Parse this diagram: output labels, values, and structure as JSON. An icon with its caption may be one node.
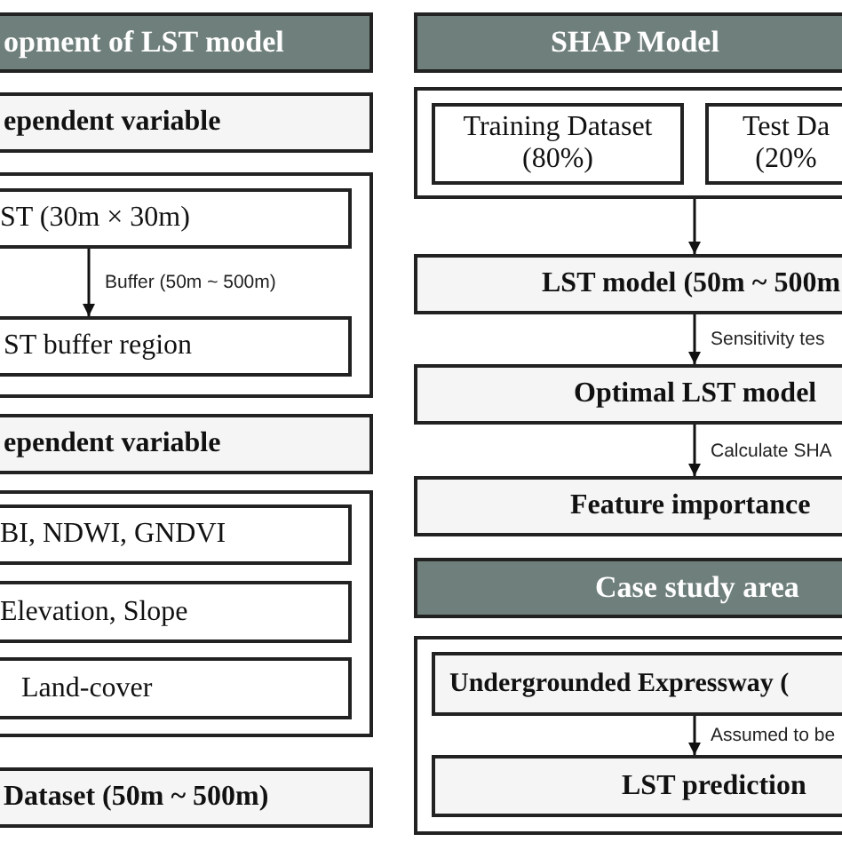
{
  "diagram": {
    "nodes": [
      {
        "text": [
          "opment of LST model"
        ]
      },
      {
        "text": [
          "ependent variable"
        ]
      },
      {
        "text": [],
        "shape": "box"
      },
      {
        "text": [
          "ST (30m × 30m)"
        ],
        "in": 2
      },
      {
        "text": [
          "ST buffer region"
        ],
        "in": 2
      },
      {
        "text": [
          "ependent variable"
        ]
      },
      {
        "text": [],
        "shape": "box"
      },
      {
        "text": [
          "BI, NDWI, GNDVI"
        ],
        "in": 6
      },
      {
        "text": [
          "Elevation, Slope"
        ],
        "in": 6
      },
      {
        "text": [
          "Land-cover"
        ],
        "in": 6
      },
      {
        "text": [
          "Dataset (50m ~ 500m)"
        ]
      },
      {
        "text": [
          "SHAP Model"
        ]
      },
      {
        "text": [],
        "shape": "box"
      },
      {
        "text": [
          "Training Dataset (80%)"
        ],
        "in": 12
      },
      {
        "text": [
          "Test Da (20%"
        ],
        "in": 12
      },
      {
        "text": [
          "LST model (50m ~ 500m"
        ]
      },
      {
        "text": [
          "Optimal LST model"
        ]
      },
      {
        "text": [
          "Feature importance"
        ]
      },
      {
        "text": [
          "Case study area"
        ]
      },
      {
        "text": [],
        "shape": "box"
      },
      {
        "text": [
          "Undergrounded Expressway ("
        ],
        "in": 19
      },
      {
        "text": [
          "LST prediction"
        ],
        "in": 19
      }
    ],
    "edges": [
      {
        "from": 3,
        "to": 4,
        "arrow": "to",
        "label": "Buffer (50m ~ 500m)"
      },
      {
        "from": 12,
        "to": 15,
        "arrow": "to"
      },
      {
        "from": 15,
        "to": 16,
        "arrow": "to",
        "label": "Sensitivity tes"
      },
      {
        "from": 16,
        "to": 17,
        "arrow": "to",
        "label": "Calculate SHA"
      },
      {
        "from": 20,
        "to": 21,
        "arrow": "to",
        "label": "Assumed to be"
      }
    ]
  }
}
